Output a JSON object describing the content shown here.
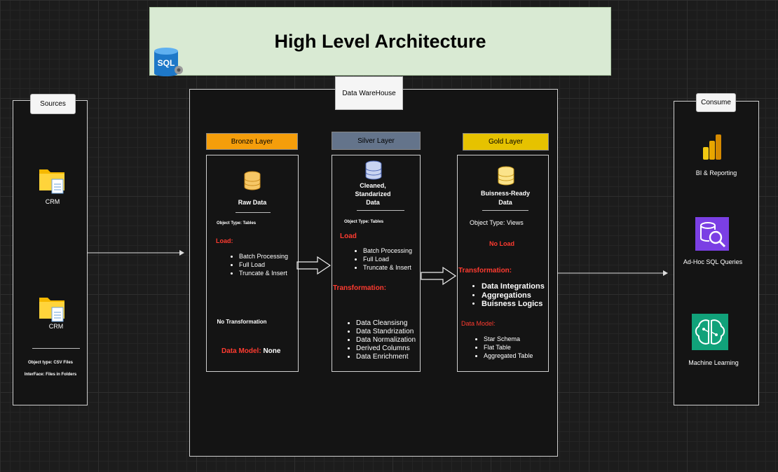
{
  "title": "High Level Architecture",
  "sql_label": "SQL",
  "sources": {
    "tag": "Sources",
    "items": [
      "CRM",
      "CRM"
    ],
    "object_type": "Object type: CSV Files",
    "interface": "InterFace: Files in Folders"
  },
  "warehouse": {
    "tag": "Data WareHouse",
    "bronze": {
      "header": "Bronze Layer",
      "color": "#f59e0b",
      "name": "Raw Data",
      "object_type": "Object Type: Tables",
      "load_label": "Load:",
      "load_items": [
        "Batch Processing",
        "Full Load",
        "Truncate & Insert"
      ],
      "transformation": "No Transformation",
      "data_model_label": "Data Model:",
      "data_model_value": "None"
    },
    "silver": {
      "header": "Silver Layer",
      "color": "#64748b",
      "name": "Cleaned, Standarized Data",
      "object_type": "Object Type: Tables",
      "load_label": "Load",
      "load_items": [
        "Batch Processing",
        "Full Load",
        "Truncate & Insert"
      ],
      "transformation_label": "Transformation:",
      "transformation_items": [
        "Data Cleansisng",
        "Data Standrization",
        "Data Normalization",
        "Derived Columns",
        "Data Enrichment"
      ]
    },
    "gold": {
      "header": "Gold Layer",
      "color": "#e6c200",
      "name": "Buisness-Ready Data",
      "object_type": "Object Type: Views",
      "load": "No Load",
      "transformation_label": "Transformation:",
      "transformation_items": [
        "Data Integrations",
        "Aggregations",
        "Buisness Logics"
      ],
      "data_model_label": "Data Model:",
      "data_model_items": [
        "Star Schema",
        "Flat Table",
        "Aggregated Table"
      ]
    }
  },
  "consume": {
    "tag": "Consume",
    "items": [
      "BI & Reporting",
      "Ad-Hoc SQL Queries",
      "Machine Learning"
    ]
  }
}
